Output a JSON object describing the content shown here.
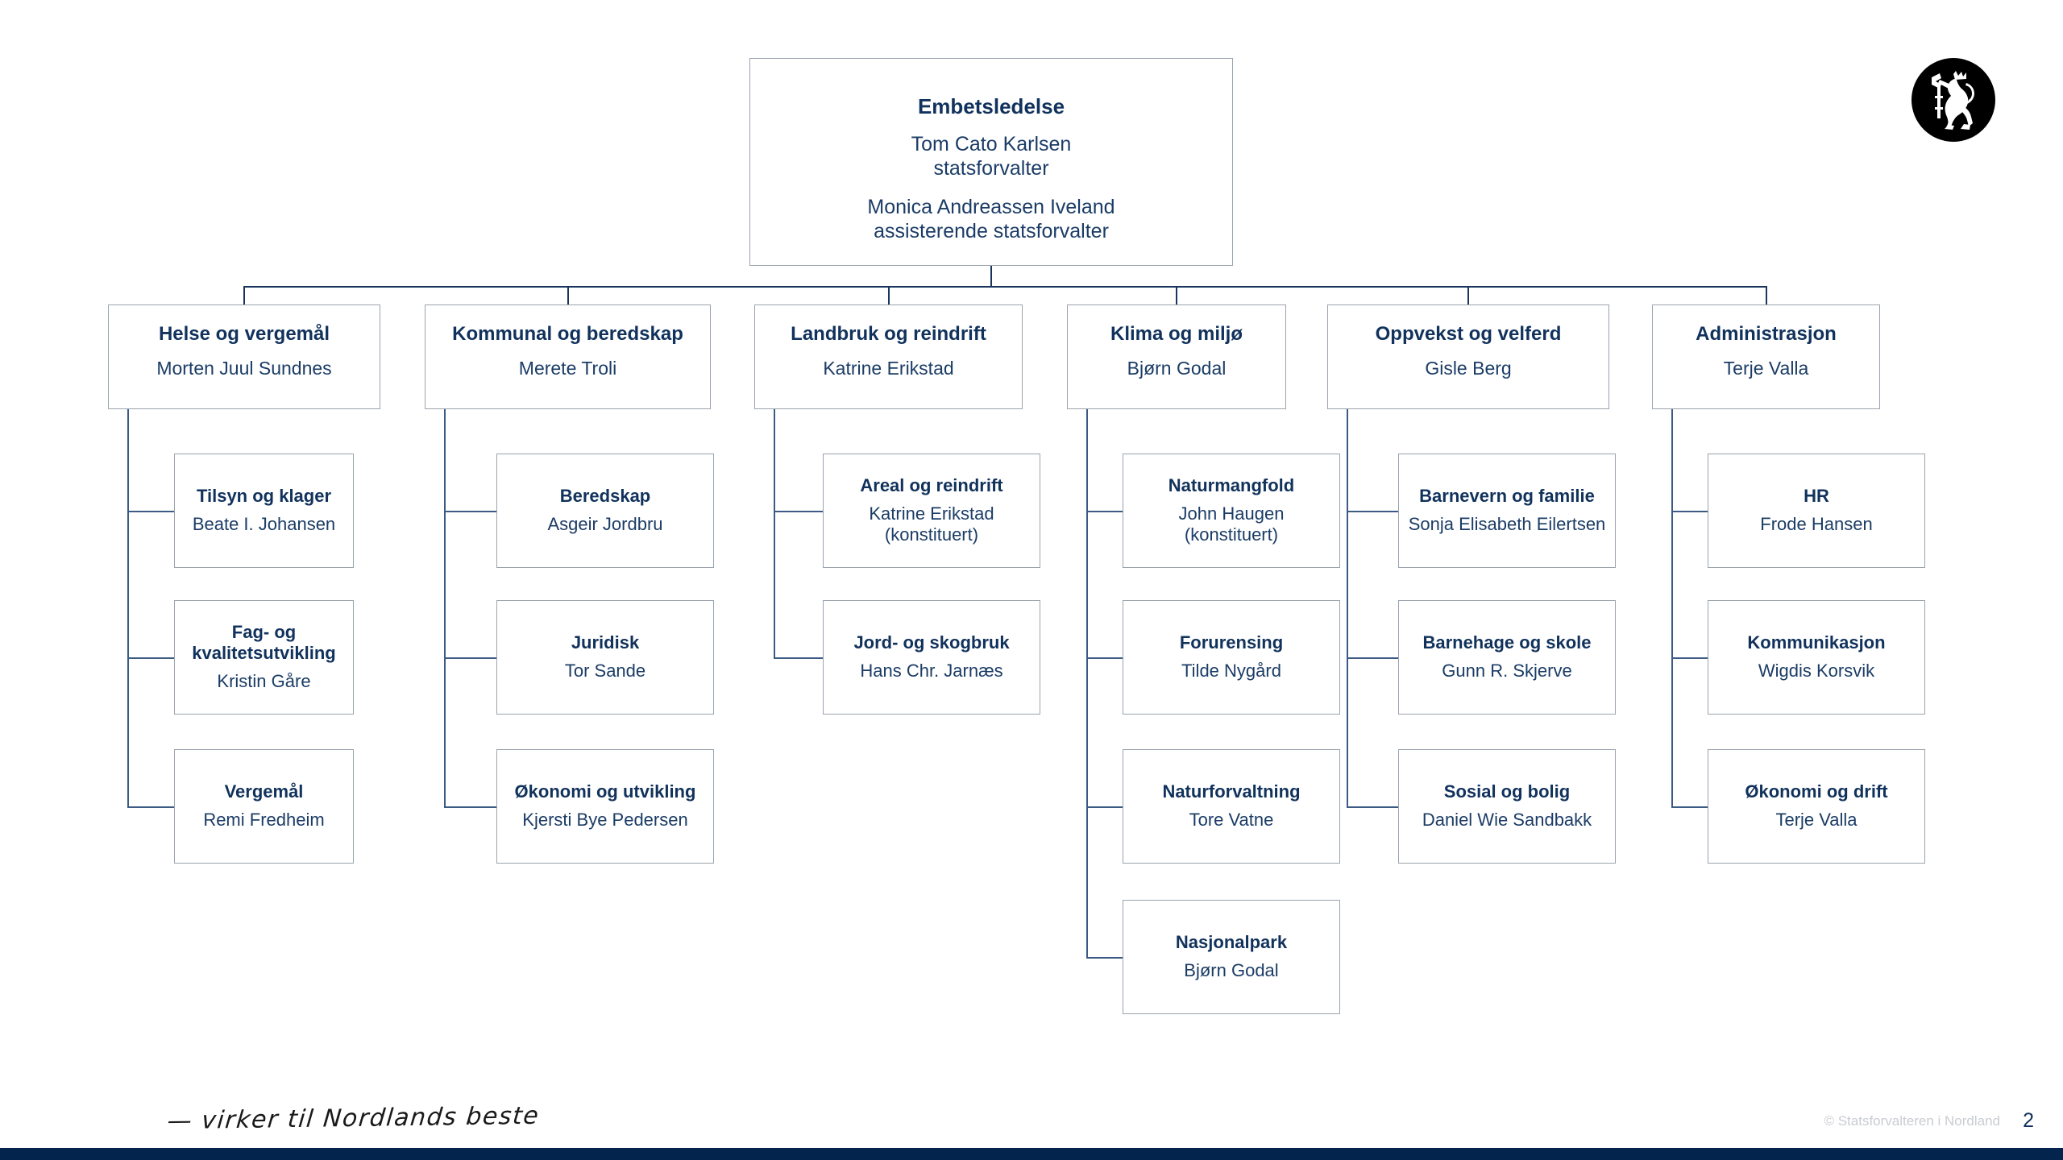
{
  "org": {
    "root": {
      "title": "Embetsledelse",
      "person1_name": "Tom Cato Karlsen",
      "person1_role": "statsforvalter",
      "person2_name": "Monica Andreassen Iveland",
      "person2_role": "assisterende statsforvalter"
    },
    "departments": [
      {
        "title": "Helse og vergemål",
        "person": "Morten Juul Sundnes",
        "units": [
          {
            "title": "Tilsyn og klager",
            "person": "Beate I. Johansen",
            "person2": ""
          },
          {
            "title": "Fag- og kvalitetsutvikling",
            "person": "Kristin Gåre",
            "person2": ""
          },
          {
            "title": "Vergemål",
            "person": "Remi Fredheim",
            "person2": ""
          }
        ]
      },
      {
        "title": "Kommunal og beredskap",
        "person": "Merete Troli",
        "units": [
          {
            "title": "Beredskap",
            "person": "Asgeir Jordbru",
            "person2": ""
          },
          {
            "title": "Juridisk",
            "person": "Tor Sande",
            "person2": ""
          },
          {
            "title": "Økonomi og utvikling",
            "person": "Kjersti Bye Pedersen",
            "person2": ""
          }
        ]
      },
      {
        "title": "Landbruk og reindrift",
        "person": "Katrine Erikstad",
        "units": [
          {
            "title": "Areal og reindrift",
            "person": "Katrine Erikstad",
            "person2": "(konstituert)"
          },
          {
            "title": "Jord- og skogbruk",
            "person": "Hans Chr. Jarnæs",
            "person2": ""
          }
        ]
      },
      {
        "title": "Klima og miljø",
        "person": "Bjørn Godal",
        "units": [
          {
            "title": "Naturmangfold",
            "person": "John Haugen",
            "person2": "(konstituert)"
          },
          {
            "title": "Forurensing",
            "person": "Tilde Nygård",
            "person2": ""
          },
          {
            "title": "Naturforvaltning",
            "person": "Tore Vatne",
            "person2": ""
          },
          {
            "title": "Nasjonalpark",
            "person": "Bjørn Godal",
            "person2": ""
          }
        ]
      },
      {
        "title": "Oppvekst og velferd",
        "person": "Gisle Berg",
        "units": [
          {
            "title": "Barnevern og familie",
            "person": "Sonja Elisabeth Eilertsen",
            "person2": ""
          },
          {
            "title": "Barnehage og skole",
            "person": "Gunn R. Skjerve",
            "person2": ""
          },
          {
            "title": "Sosial og bolig",
            "person": "Daniel Wie Sandbakk",
            "person2": ""
          }
        ]
      },
      {
        "title": "Administrasjon",
        "person": "Terje Valla",
        "units": [
          {
            "title": "HR",
            "person": "Frode Hansen",
            "person2": ""
          },
          {
            "title": "Kommunikasjon",
            "person": "Wigdis Korsvik",
            "person2": ""
          },
          {
            "title": "Økonomi og drift",
            "person": "Terje Valla",
            "person2": ""
          }
        ]
      }
    ]
  },
  "footer": {
    "tagline": "— virker til Nordlands beste",
    "copyright": "© Statsforvalteren i Nordland",
    "page_number": "2"
  },
  "logo": {
    "name": "norwegian-coat-of-arms-lion"
  },
  "colors": {
    "text_navy": "#11325c",
    "line_navy": "#19355e",
    "box_border": "#9aa3ad",
    "bottom_bar": "#03244c",
    "copyright_grey": "#c9ccd1"
  }
}
